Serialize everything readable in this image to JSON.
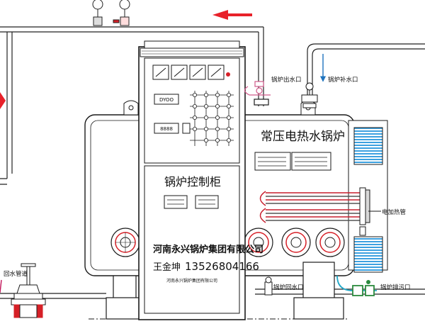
{
  "labels": {
    "boiler_title": "常压电热水锅炉",
    "cabinet_title": "锅炉控制柜",
    "outlet": "锅炉出水口",
    "makeup": "锅炉补水口",
    "heating_tube": "电加热管",
    "return_outlet": "锅炉回水口",
    "drain_outlet": "锅炉排污口",
    "return_pipe": "回水管道",
    "company": "河南永兴锅炉集团有限公司",
    "contact_name": "王金坤",
    "phone": "13526804166",
    "cabinet_footer": "河南永兴锅炉集团有限公司",
    "display": "DYOO",
    "display2": "8888"
  },
  "colors": {
    "line": "#1a1a1a",
    "pipe_stroke": "#222222",
    "flow_arrow": "#e8212a",
    "valve_red": "#d62027",
    "vent_blue": "#3da1e0",
    "valve_cyan": "#22a7c7",
    "valve_green": "#2b8a3e",
    "heater_red": "#c81e2d",
    "fitting_pink": "#d05a8a",
    "label_arrow_pink": "#c2185b",
    "label_arrow_blue": "#1e73be"
  }
}
